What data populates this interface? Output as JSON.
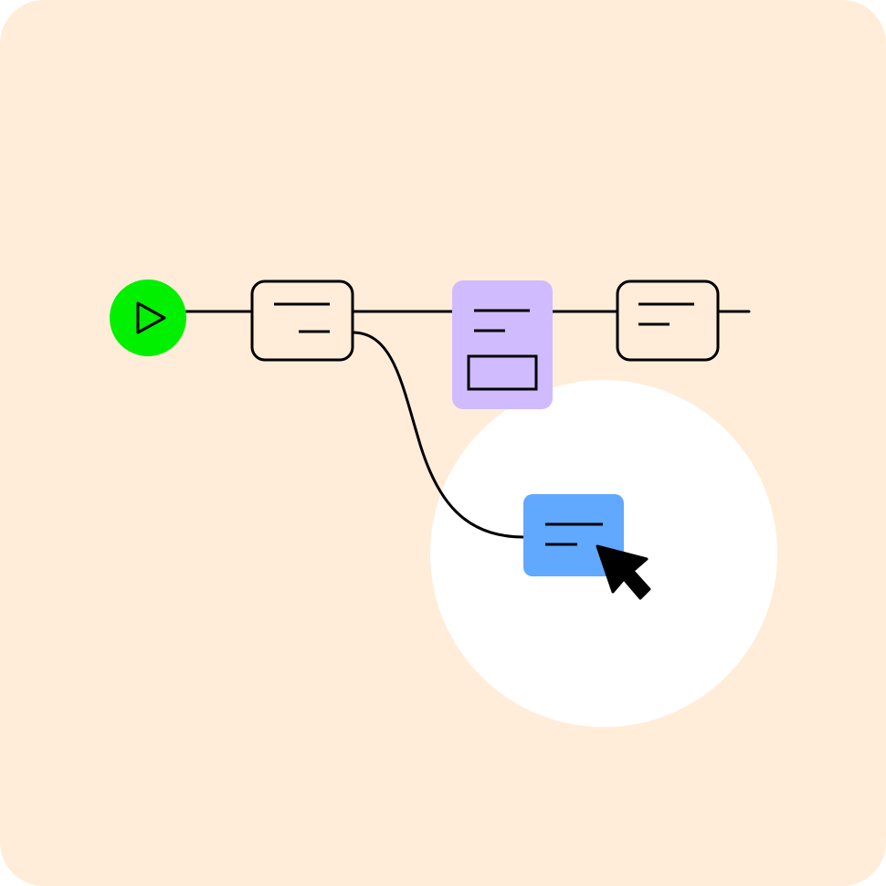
{
  "colors": {
    "background": "#FFEDD9",
    "spotlight": "#FFFFFF",
    "stroke": "#000000",
    "start_node": "#00F000",
    "node_plain": "#FFEDD9",
    "node_purple": "#D0BBFF",
    "node_blue": "#61A8FF",
    "cursor": "#000000"
  },
  "icons": {
    "start": "play-icon",
    "pointer": "mouse-cursor-icon"
  },
  "nodes": [
    {
      "id": "start",
      "kind": "start",
      "icon": "play-icon"
    },
    {
      "id": "step-1",
      "kind": "plain"
    },
    {
      "id": "step-2",
      "kind": "purple"
    },
    {
      "id": "step-3",
      "kind": "plain"
    },
    {
      "id": "branch",
      "kind": "blue",
      "selected": true
    }
  ],
  "edges": [
    {
      "from": "start",
      "to": "step-1"
    },
    {
      "from": "step-1",
      "to": "step-2"
    },
    {
      "from": "step-2",
      "to": "step-3"
    },
    {
      "from": "step-3",
      "to": "continuation"
    },
    {
      "from": "step-1",
      "to": "branch",
      "curved": true
    }
  ]
}
